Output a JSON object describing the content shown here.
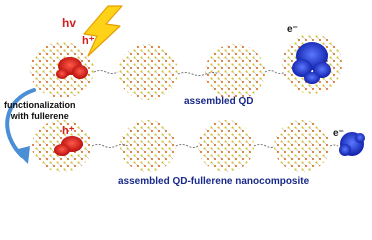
{
  "labels": {
    "hv": "hv",
    "hole_top": "h⁺",
    "hole_bottom": "h⁺",
    "electron_top": "e⁻",
    "electron_bottom": "e⁻",
    "assembled_qd": "assembled QD",
    "assembled_qd_fullerene": "assembled QD-fullerene nanocomposite",
    "functionalization_line1": "functionalization",
    "functionalization_line2": "with fullerene"
  },
  "colors": {
    "lightning_fill": "#ffd21a",
    "lightning_stroke": "#e6a000",
    "hole_density": "#e01818",
    "electron_density": "#1c2fe0",
    "arrow": "#4a8fd6",
    "label_text": "#1a2a8a",
    "atom_yellow": "#d8cc3a",
    "atom_orange": "#e07a3a",
    "bond": "#9a8a50"
  },
  "icons": {
    "lightning": "lightning-bolt-icon",
    "curved_arrow": "curved-arrow-icon"
  }
}
